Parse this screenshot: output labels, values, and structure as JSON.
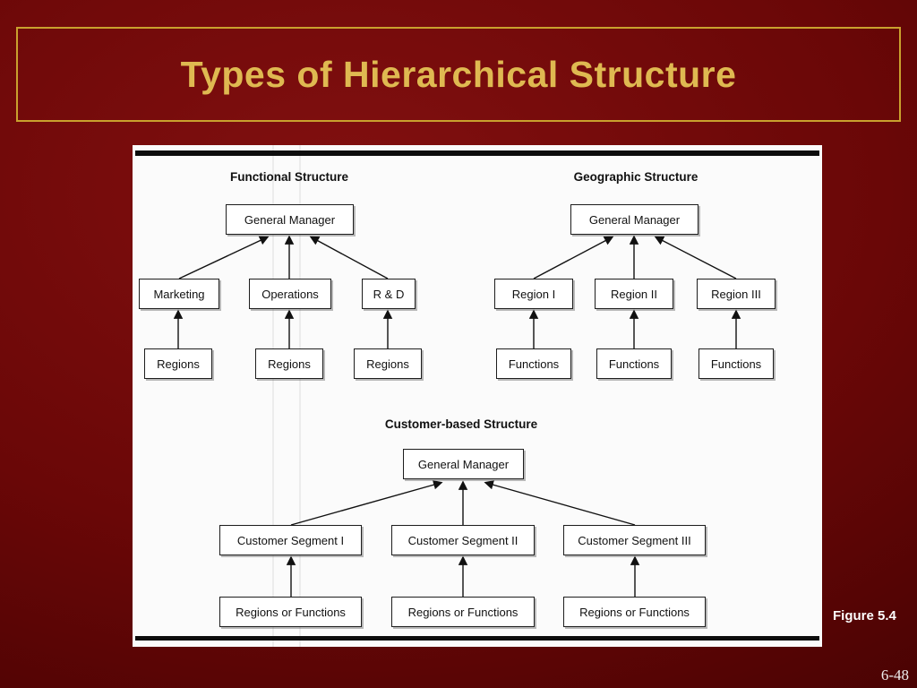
{
  "slide": {
    "title": "Types of Hierarchical Structure",
    "figure_label": "Figure 5.4",
    "page_number": "6-48"
  },
  "colors": {
    "background_maroon": "#6a0707",
    "accent_gold": "#c9a12e",
    "title_text_gold": "#dfb951"
  },
  "diagrams": {
    "functional": {
      "title": "Functional Structure",
      "root": "General Manager",
      "middle": [
        "Marketing",
        "Operations",
        "R & D"
      ],
      "bottom": [
        "Regions",
        "Regions",
        "Regions"
      ]
    },
    "geographic": {
      "title": "Geographic Structure",
      "root": "General Manager",
      "middle": [
        "Region I",
        "Region II",
        "Region III"
      ],
      "bottom": [
        "Functions",
        "Functions",
        "Functions"
      ]
    },
    "customer": {
      "title": "Customer-based Structure",
      "root": "General Manager",
      "middle": [
        "Customer Segment I",
        "Customer Segment II",
        "Customer Segment III"
      ],
      "bottom": [
        "Regions or Functions",
        "Regions or Functions",
        "Regions or Functions"
      ]
    }
  }
}
